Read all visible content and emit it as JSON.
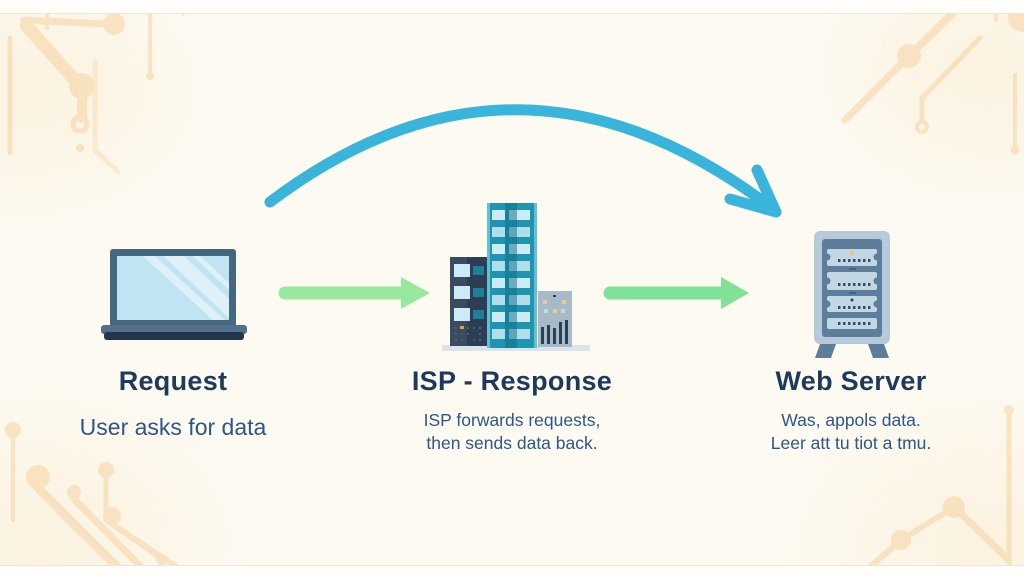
{
  "flow": {
    "request": {
      "title": "Request",
      "line1": "User asks for data"
    },
    "isp": {
      "title": "ISP - Response",
      "line1": "ISP forwards requests,",
      "line2": "then sends data back."
    },
    "webserver": {
      "title": "Web Server",
      "line1": "Was, appols data.",
      "line2": "Leer att tu tiot a tmu."
    }
  },
  "icons": {
    "laptop": "laptop-icon",
    "isp_buildings": "isp-buildings-icon",
    "server": "server-tower-icon",
    "curved_arrow": "curved-request-arrow-icon",
    "flow_arrows": "green-flow-arrow-icon",
    "background": "circuit-board-decoration"
  },
  "colors": {
    "background": "#FDFAF2",
    "edge_band": "#FFFEFB",
    "edge_line": "#ECE5D8",
    "heading": "#1D3A5C",
    "body_text": "#2D5689",
    "curve_arrow": "#39B5DB",
    "green_arrow_1": "#99E8A0",
    "green_arrow_2": "#80E297",
    "circuit": "#F6D3A2",
    "laptop_frame": "#47677F",
    "laptop_screen": "#C0E4F2",
    "laptop_base": "#527089",
    "laptop_base_dark": "#24344A",
    "building_navy": "#2C3E53",
    "building_teal": "#2095B1",
    "building_teal_dark": "#0B6D85",
    "building_teal_chip": "#1F7F96",
    "building_gray": "#A8BAC7",
    "window_light": "#CDEBF6",
    "base_platform": "#D9E4EC",
    "server_case": "#B7CADA",
    "server_panel": "#5D7E9A",
    "server_unit": "#C3D6E4",
    "bar_dark": "#2C4055",
    "accent_orange_dot": "#E5A33F",
    "accent_yellow_dot": "#ECC474"
  }
}
